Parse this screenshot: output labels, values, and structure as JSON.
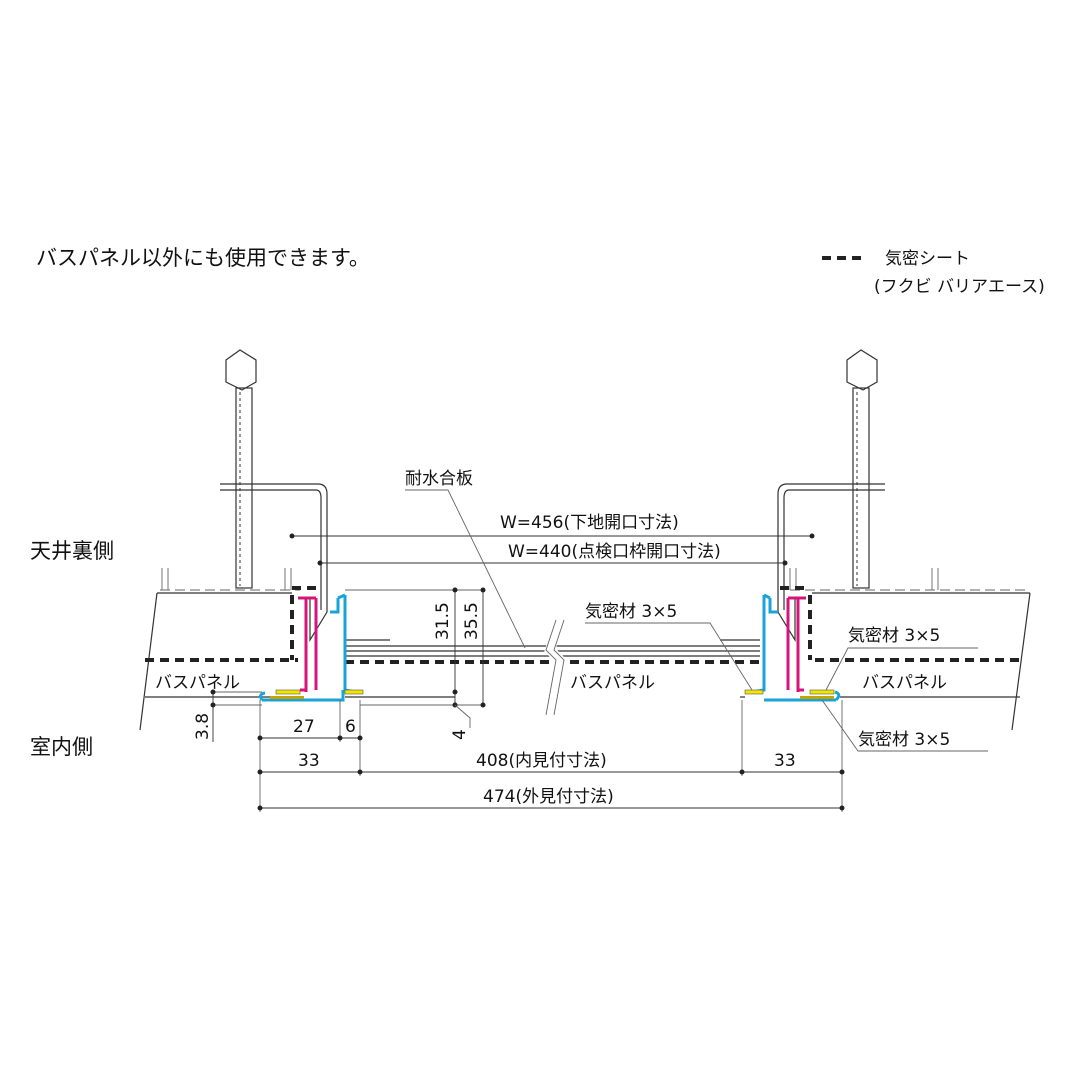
{
  "note": "バスパネル以外にも使用できます。",
  "legend": {
    "line1": "気密シート",
    "line2": "(フクビ バリアエース)"
  },
  "sides": {
    "ceiling": "天井裏側",
    "room": "室内側"
  },
  "labels": {
    "plywood": "耐水合板",
    "panel_left": "バスパネル",
    "panel_center": "バスパネル",
    "panel_right": "バスパネル",
    "seal_center": "気密材 3×5",
    "seal_right_top": "気密材 3×5",
    "seal_right_bottom": "気密材 3×5"
  },
  "dimensions": {
    "w456": "W=456(下地開口寸法)",
    "w440": "W=440(点検口枠開口寸法)",
    "d31_5": "31.5",
    "d35_5": "35.5",
    "d3_8": "3.8",
    "d27": "27",
    "d6": "6",
    "d4": "4",
    "d33_left": "33",
    "d408": "408(内見付寸法)",
    "d33_right": "33",
    "d474": "474(外見付寸法)"
  },
  "colors": {
    "inner_frame": "#d6157a",
    "outer_frame": "#1aa3d8",
    "seal": "#f2e600",
    "seal_dark": "#c9a400"
  }
}
